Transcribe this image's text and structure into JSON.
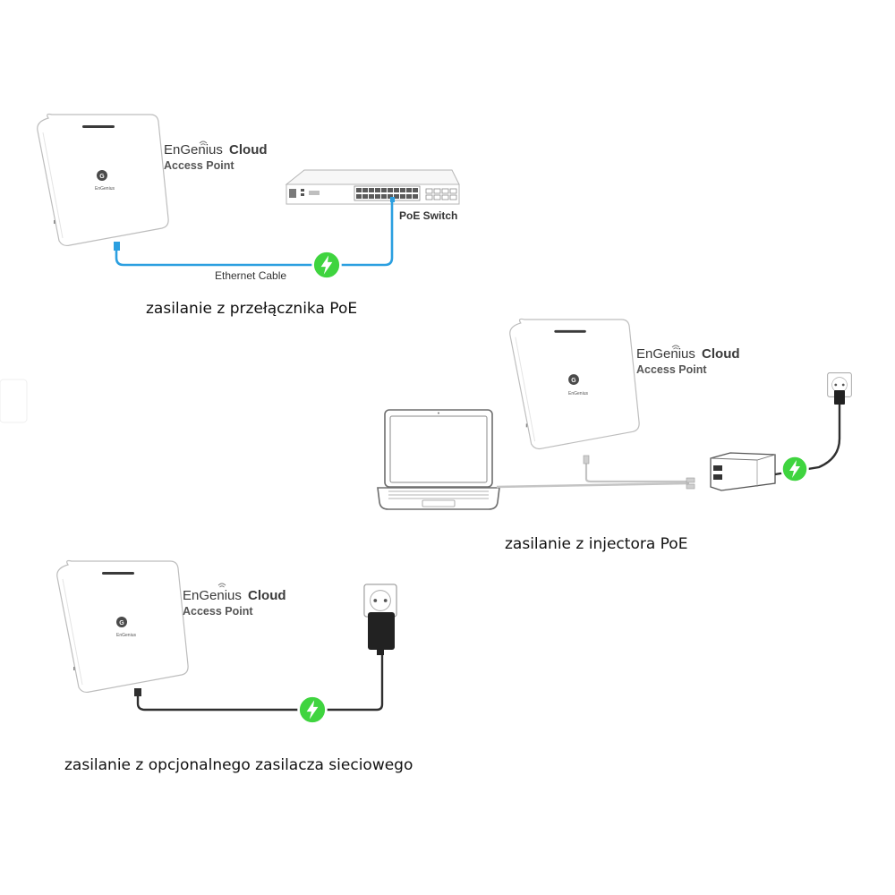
{
  "colors": {
    "ethernet": "#2b9fe0",
    "power_cable": "#2f2f2f",
    "lan_cable": "#c4c4c4",
    "bolt_badge": "#3fd43f"
  },
  "scene1": {
    "brand_light": "EnGenius",
    "brand_bold": "Cloud",
    "subtitle": "Access Point",
    "ap_logo": "EnGenius",
    "switch_label": "PoE Switch",
    "cable_label": "Ethernet Cable",
    "caption": "zasilanie z przełącznika PoE"
  },
  "scene2": {
    "brand_light": "EnGenius",
    "brand_bold": "Cloud",
    "subtitle": "Access Point",
    "ap_logo": "EnGenius",
    "caption": "zasilanie z injectora PoE"
  },
  "scene3": {
    "brand_light": "EnGenius",
    "brand_bold": "Cloud",
    "subtitle": "Access Point",
    "ap_logo": "EnGenius",
    "caption": "zasilanie z opcjonalnego zasilacza sieciowego"
  },
  "icons": [
    "bolt-icon",
    "engenius-logo-icon",
    "wifi-signal-icon",
    "wall-socket-icon",
    "laptop-icon"
  ]
}
